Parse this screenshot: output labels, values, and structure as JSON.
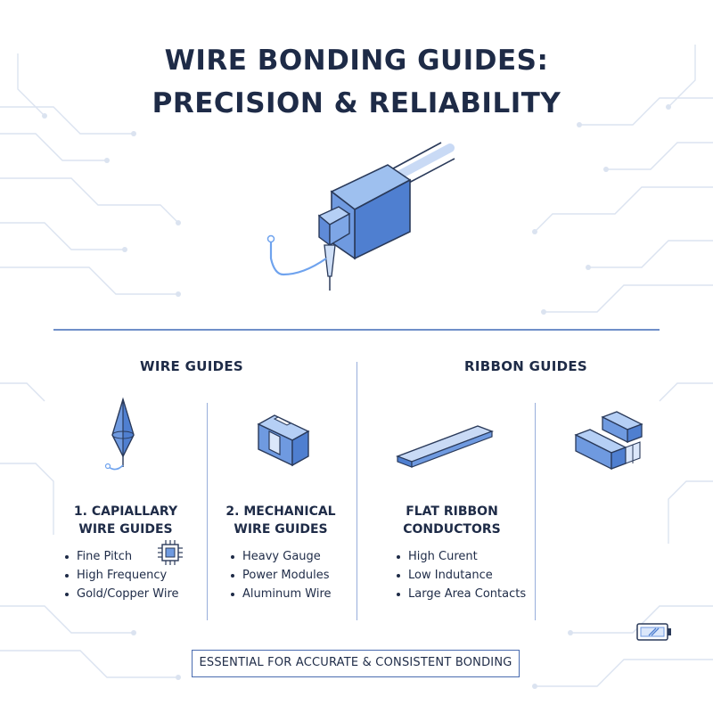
{
  "title": {
    "line1": "WIRE BONDING GUIDES:",
    "line2": "PRECISION & RELIABILITY"
  },
  "sections": {
    "wire_guides": {
      "heading": "WIRE GUIDES"
    },
    "ribbon_guides": {
      "heading": "RIBBON GUIDES"
    }
  },
  "columns": [
    {
      "title_line1": "1. CAPIALLARY",
      "title_line2": "WIRE GUIDES",
      "icon": "capillary-cone-icon",
      "bullets": [
        "Fine Pitch",
        "High Frequency",
        "Gold/Copper Wire"
      ]
    },
    {
      "title_line1": "2. MECHANICAL",
      "title_line2": "WIRE GUIDES",
      "icon": "mechanical-block-icon",
      "bullets": [
        "Heavy Gauge",
        "Power Modules",
        "Aluminum Wire"
      ]
    },
    {
      "title_line1": "FLAT RIBBON",
      "title_line2": "CONDUCTORS",
      "icon": "flat-ribbon-icon",
      "bullets": [
        "High Curent",
        "Low Indutance",
        "Large Area Contacts"
      ]
    },
    {
      "icon": "ribbon-guide-block-icon"
    }
  ],
  "extra_icons": [
    "chip-icon",
    "battery-icon"
  ],
  "footer": "ESSENTIAL FOR ACCURATE & CONSISTENT BONDING",
  "colors": {
    "accent": "#4a6cb0",
    "accent_light": "#8fb0e8",
    "text": "#1e2b47",
    "background": "#ffffff"
  }
}
